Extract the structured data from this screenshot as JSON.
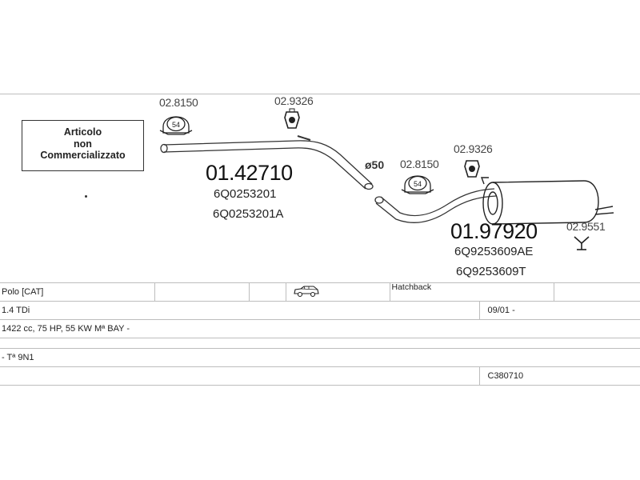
{
  "note": {
    "line1": "Articolo",
    "line2": "non",
    "line3": "Commercializzato"
  },
  "front_pipe": {
    "part_number": "01.42710",
    "oem_numbers": [
      "6Q0253201",
      "6Q0253201A"
    ],
    "clamp_number": "02.8150",
    "clamp_size": "54",
    "hanger_number": "02.9326",
    "diameter": "ø50"
  },
  "rear_silencer": {
    "part_number": "01.97920",
    "oem_numbers": [
      "6Q9253609AE",
      "6Q9253609T"
    ],
    "clamp_number": "02.8150",
    "clamp_size": "54",
    "hanger_number": "02.9326",
    "bracket_number": "02.9551"
  },
  "vehicle": {
    "model": "Polo  [CAT]",
    "body_type": "Hatchback",
    "engine": "1.4 TDi",
    "date_range": "09/01 -",
    "specs": "1422 cc, 75 HP, 55 KW Mª BAY -",
    "type_code": "- Tª 9N1",
    "catalog_number": "C380710"
  },
  "icons": [
    "clamp-icon",
    "hanger-icon",
    "bracket-icon",
    "car-hatchback-icon"
  ],
  "colors": {
    "line": "#bdbdbd",
    "ink": "#222222"
  }
}
